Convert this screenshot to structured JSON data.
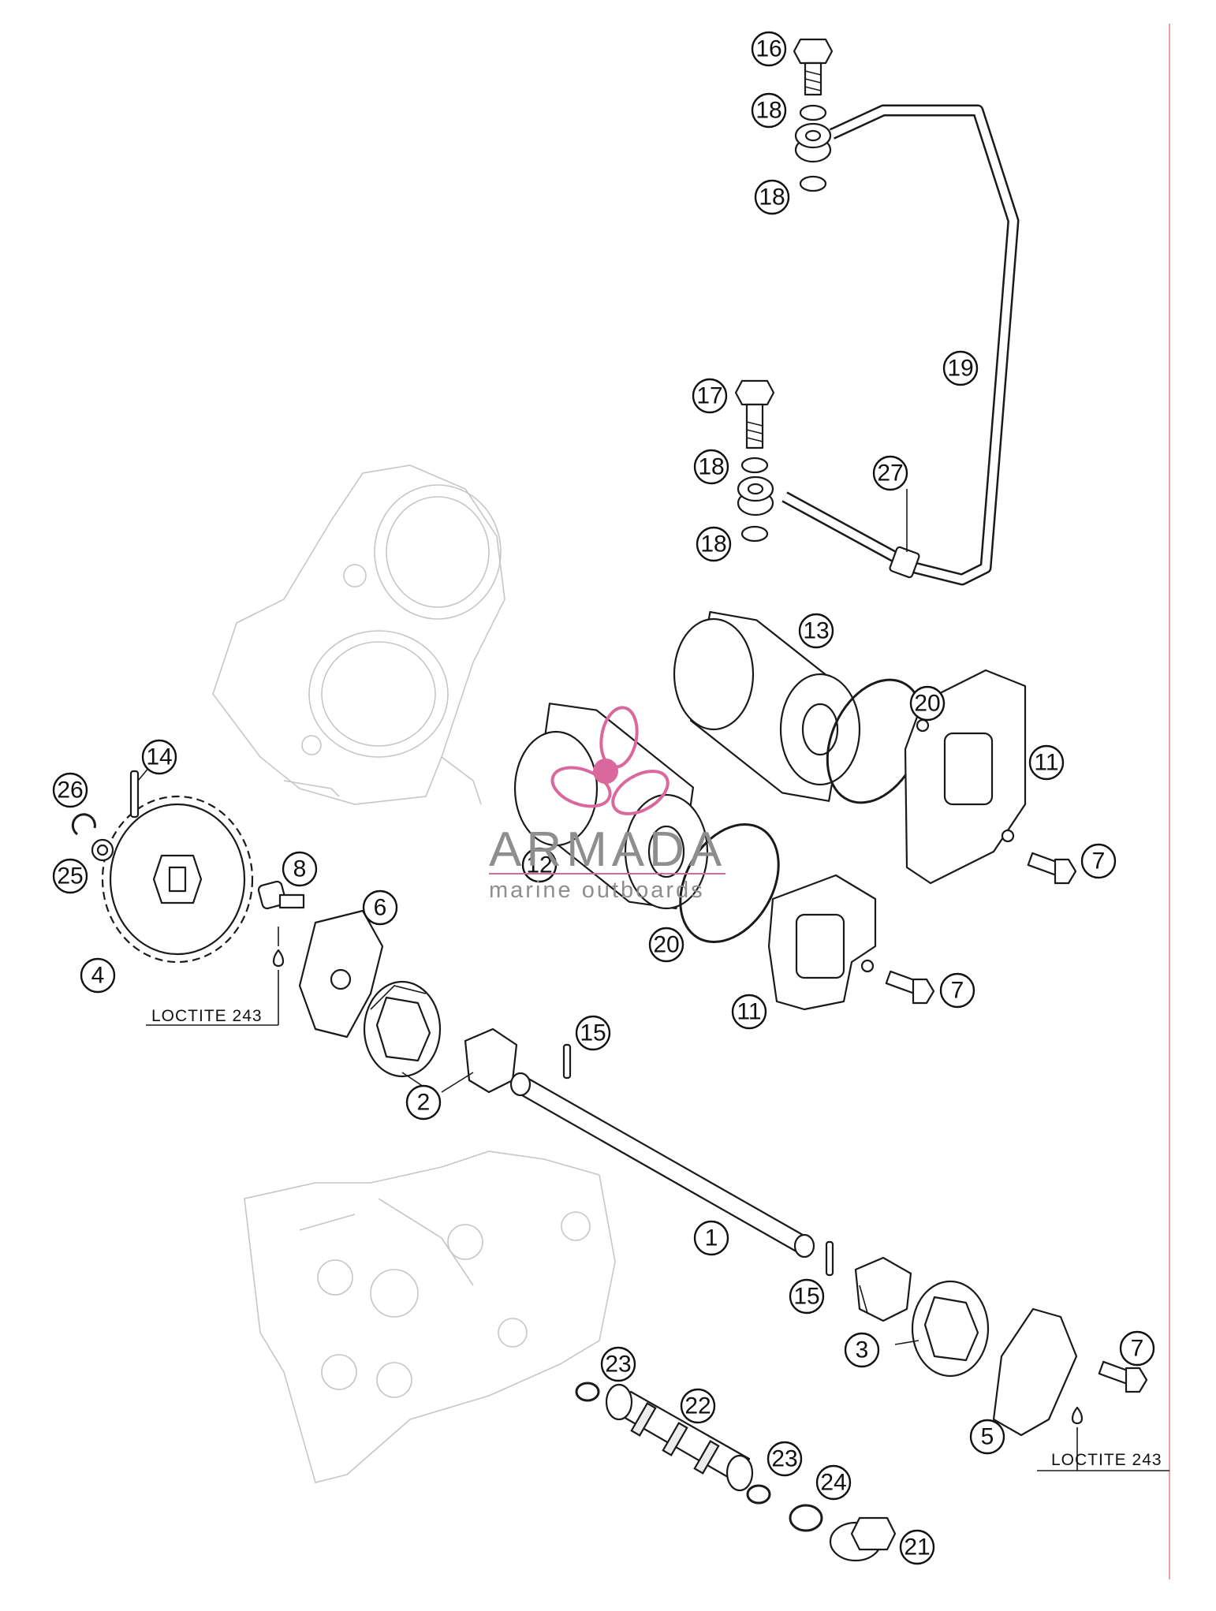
{
  "callouts": [
    "1",
    "2",
    "3",
    "4",
    "5",
    "6",
    "7",
    "8",
    "11",
    "12",
    "13",
    "14",
    "15",
    "16",
    "17",
    "18",
    "19",
    "20",
    "21",
    "22",
    "23",
    "24",
    "25",
    "26",
    "27"
  ],
  "notes": {
    "loctite_left": "LOCTITE 243",
    "loctite_right": "LOCTITE 243"
  },
  "watermark": {
    "brand": "ARMADA",
    "tagline": "marine outboards",
    "icon": "propeller-icon"
  },
  "colors": {
    "line": "#1a1a1a",
    "ghost": "#c6c6c6",
    "margin_rule": "#e8a0a0",
    "watermark_accent": "#d9689c",
    "watermark_text": "#8e8e8e"
  }
}
